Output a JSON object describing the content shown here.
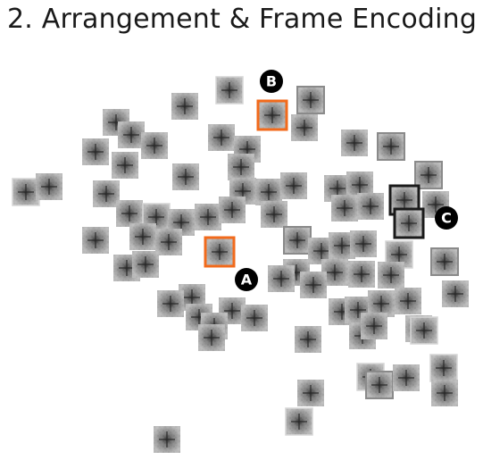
{
  "title": "2. Arrangement & Frame Encoding",
  "markers": [
    {
      "label": "A"
    },
    {
      "label": "B"
    },
    {
      "label": "C"
    }
  ],
  "colors": {
    "highlight_orange": "#f26a1b",
    "highlight_black": "#1a1a1a",
    "frame_gray": "#8a8a8a",
    "marker_bg": "#000000",
    "marker_text": "#ffffff"
  }
}
